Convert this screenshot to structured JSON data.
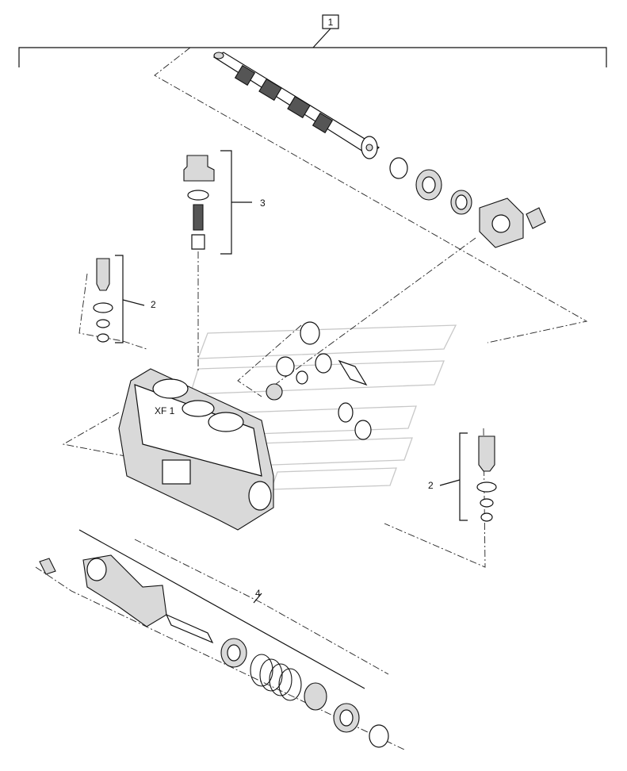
{
  "diagram": {
    "callouts": {
      "main_assembly": "1",
      "plug_kit_left": "2",
      "plug_kit_right": "2",
      "check_valve_kit": "3",
      "spring_kit": "4"
    },
    "body_marking": "XF 1"
  }
}
